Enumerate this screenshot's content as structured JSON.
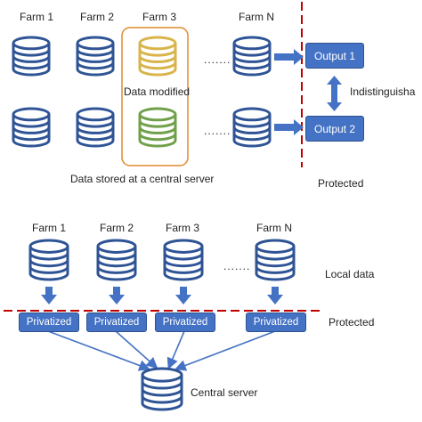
{
  "top": {
    "farm_labels": [
      "Farm 1",
      "Farm 2",
      "Farm 3",
      "Farm N"
    ],
    "ellipsis": ".......",
    "modified_label": "Data modified",
    "caption": "Data stored at a central server",
    "outputs": [
      "Output 1",
      "Output 2"
    ],
    "indistinguishable_label": "Indistinguisha",
    "protected_label": "Protected"
  },
  "bottom": {
    "farm_labels": [
      "Farm 1",
      "Farm 2",
      "Farm 3",
      "Farm N"
    ],
    "ellipsis": ".......",
    "local_data_label": "Local data",
    "privatized_labels": [
      "Privatized",
      "Privatized",
      "Privatized",
      "Privatized"
    ],
    "protected_label": "Protected",
    "central_server_label": "Central server"
  },
  "colors": {
    "db_stroke": "#2f5496",
    "db_fill": "#ffffff",
    "modified_db_stroke_1": "#d8b44a",
    "modified_db_stroke_2": "#70a04a",
    "highlight_box": "#e08a2a",
    "divider": "#c00000",
    "accent": "#4472c4",
    "arrow": "#4472c4"
  }
}
